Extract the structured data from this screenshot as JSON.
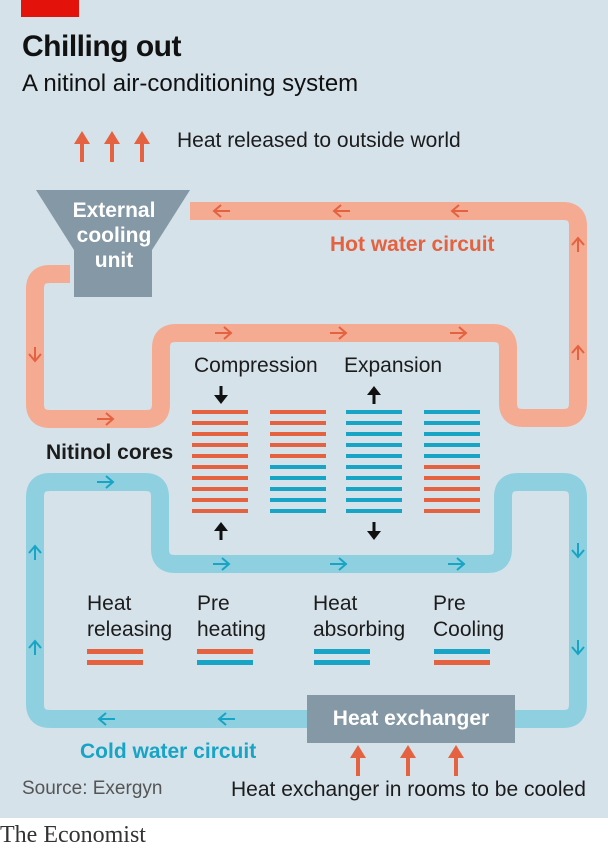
{
  "header": {
    "title": "Chilling out",
    "subtitle": "A nitinol air-conditioning system"
  },
  "labels": {
    "heat_released": "Heat released to outside world",
    "external_unit_line1": "External",
    "external_unit_line2": "cooling",
    "external_unit_line3": "unit",
    "hot_circuit": "Hot water circuit",
    "compression": "Compression",
    "expansion": "Expansion",
    "nitinol_cores": "Nitinol cores",
    "cold_circuit": "Cold water circuit",
    "heat_exchanger": "Heat exchanger",
    "heat_exchanger_rooms": "Heat exchanger in rooms to be cooled"
  },
  "legend": [
    {
      "line1": "Heat",
      "line2": "releasing",
      "colors": [
        "#e4623f",
        "#e4623f"
      ]
    },
    {
      "line1": "Pre",
      "line2": "heating",
      "colors": [
        "#e4623f",
        "#18a4c4"
      ]
    },
    {
      "line1": "Heat",
      "line2": "absorbing",
      "colors": [
        "#18a4c4",
        "#18a4c4"
      ]
    },
    {
      "line1": "Pre",
      "line2": "Cooling",
      "colors": [
        "#18a4c4",
        "#e4623f"
      ]
    }
  ],
  "footer": {
    "source": "Source: Exergyn",
    "brand": "The Economist"
  },
  "colors": {
    "hot": "#e4623f",
    "hot_pipe": "#f4ab91",
    "cold": "#18a4c4",
    "cold_pipe": "#8fd0e0",
    "unit": "#8598a6"
  }
}
